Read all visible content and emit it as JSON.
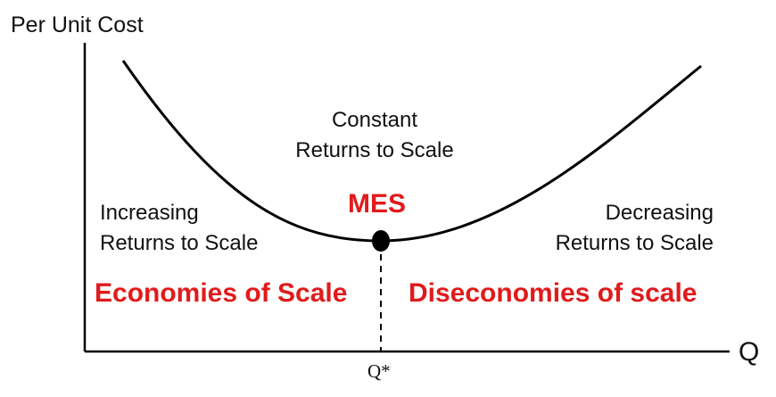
{
  "axes": {
    "y_label": "Per Unit Cost",
    "x_label": "Q",
    "x_marker": "Q*"
  },
  "regions": {
    "constant": {
      "line1": "Constant",
      "line2": "Returns to Scale"
    },
    "increasing": {
      "line1": "Increasing",
      "line2": "Returns to Scale"
    },
    "decreasing": {
      "line1": "Decreasing",
      "line2": "Returns to Scale"
    },
    "economies": "Economies of Scale",
    "diseconomies": "Diseconomies of scale",
    "mes": "MES"
  },
  "colors": {
    "highlight": "#e01b1b",
    "line": "#000000"
  }
}
